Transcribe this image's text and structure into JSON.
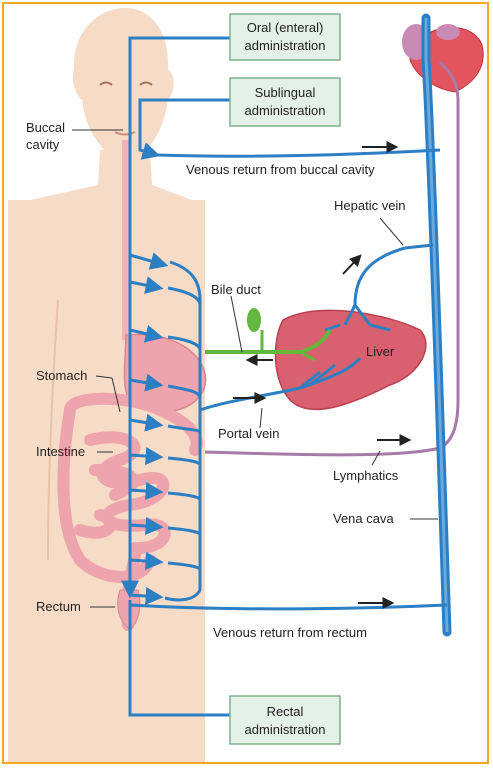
{
  "boxes": {
    "oral": [
      "Oral (enteral)",
      "administration"
    ],
    "sublingual": [
      "Sublingual",
      "administration"
    ],
    "rectal": [
      "Rectal",
      "administration"
    ]
  },
  "labels": {
    "buccal": [
      "Buccal",
      "cavity"
    ],
    "stomach": "Stomach",
    "intestine": "Intestine",
    "rectum": "Rectum",
    "bile_duct": "Bile duct",
    "liver": "Liver",
    "hepatic_vein": "Hepatic vein",
    "portal_vein": "Portal vein",
    "lymphatics": "Lymphatics",
    "vena_cava": "Vena cava",
    "venous_buccal": "Venous return from buccal cavity",
    "venous_rectum": "Venous return from rectum"
  },
  "colors": {
    "vein": "#2d7fc4",
    "skin": "#f6dcc6",
    "box_fill": "#e3f1e6",
    "box_border": "#7fb08d",
    "liver": "#d9606e",
    "bile": "#62b73d",
    "lymph": "#a77aa7",
    "heart": "#e2545e"
  }
}
